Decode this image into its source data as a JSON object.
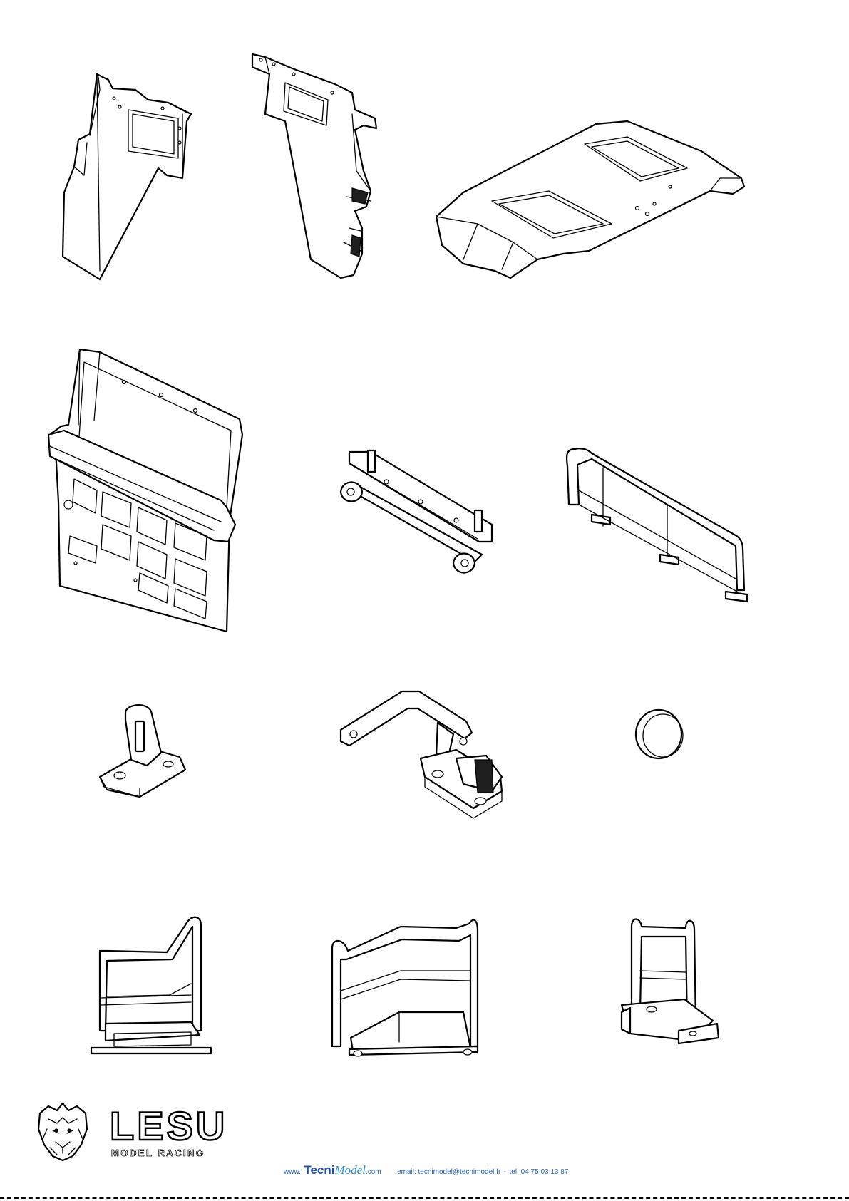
{
  "brand": {
    "name": "LESU",
    "tagline": "MODEL RACING"
  },
  "footer": {
    "www_prefix": "www.",
    "company_part1": "Tecni",
    "company_part2": "Model",
    "domain_suffix": ".com",
    "email": "email: tecnimodel@tecnimodel.fr",
    "separator": "-",
    "phone": "tel: 04 75 03 13 87"
  },
  "colors": {
    "line_art": "#000000",
    "footer_blue": "#1f5fbf",
    "footer_light_blue": "#2a8fd6"
  },
  "icons": [
    "lion-logo-icon"
  ]
}
